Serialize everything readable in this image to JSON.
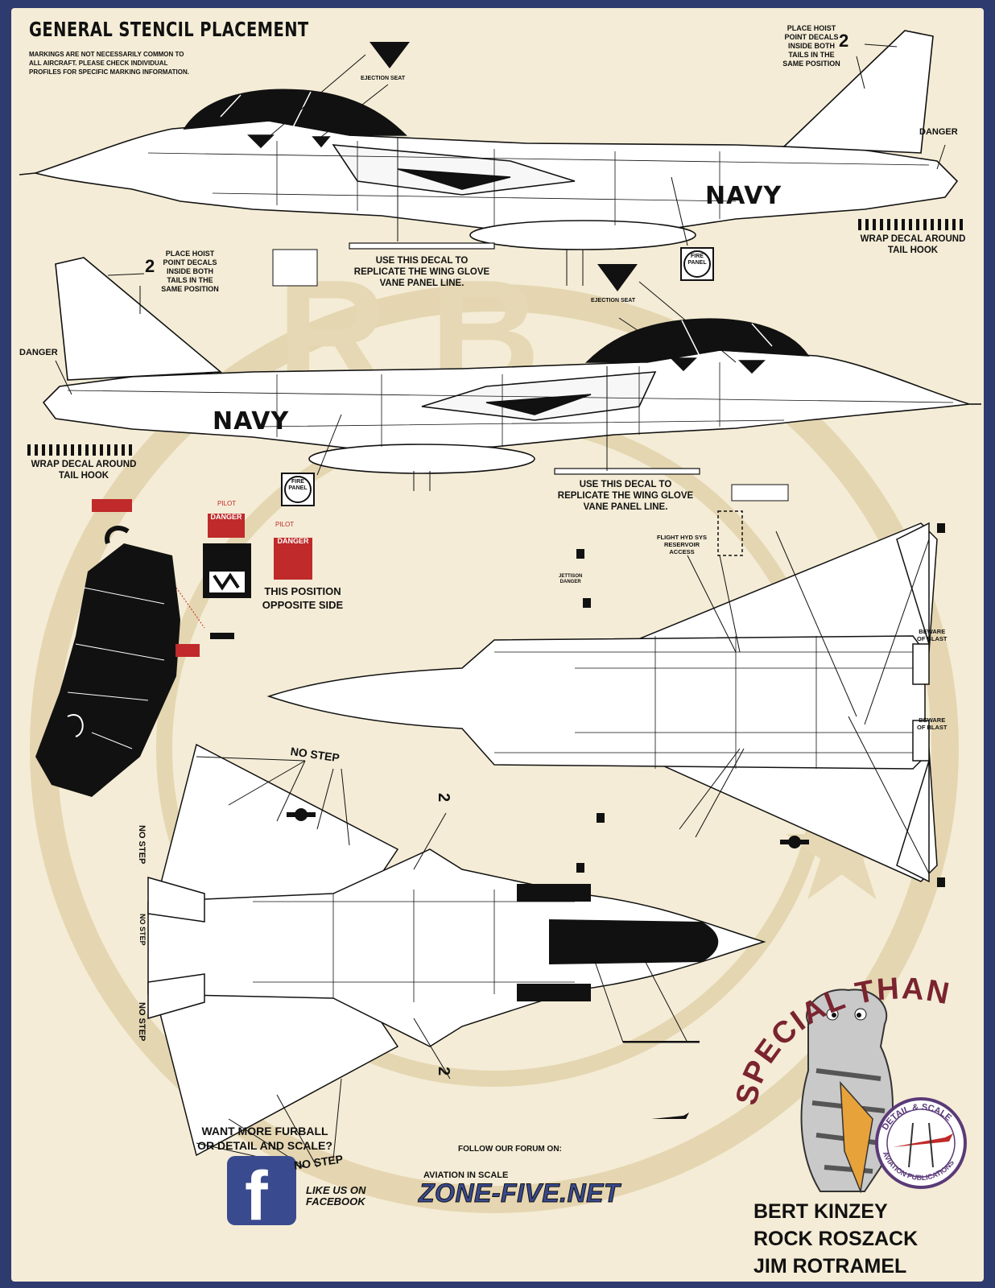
{
  "header": {
    "title": "GENERAL STENCIL PLACEMENT",
    "subtitle_lines": [
      "MARKINGS ARE NOT NECESSARILY COMMON TO",
      "ALL AIRCRAFT.  PLEASE CHECK INDIVIDUAL",
      "PROFILES FOR SPECIFIC MARKING INFORMATION."
    ]
  },
  "top_profile": {
    "hoist_note": [
      "PLACE HOIST",
      "POINT DECALS",
      "INSIDE BOTH",
      "TAILS IN THE",
      "SAME POSITION"
    ],
    "hoist_number": "2",
    "ejection_seat": "EJECTION SEAT",
    "danger": "DANGER",
    "navy": "NAVY",
    "wrap_decal": [
      "WRAP DECAL AROUND",
      "TAIL HOOK"
    ],
    "wing_glove": [
      "USE THIS DECAL TO",
      "REPLICATE THE WING GLOVE",
      "VANE PANEL LINE."
    ],
    "fire_panel": [
      "FIRE",
      "PANEL"
    ]
  },
  "bottom_profile": {
    "hoist_note": [
      "PLACE HOIST",
      "POINT DECALS",
      "INSIDE BOTH",
      "TAILS IN THE",
      "SAME POSITION"
    ],
    "hoist_number": "2",
    "ejection_seat": "EJECTION SEAT",
    "danger": "DANGER",
    "navy": "NAVY",
    "wrap_decal": [
      "WRAP DECAL AROUND",
      "TAIL HOOK"
    ],
    "wing_glove": [
      "USE THIS DECAL TO",
      "REPLICATE THE WING GLOVE",
      "VANE PANEL LINE."
    ],
    "fire_panel": [
      "FIRE",
      "PANEL"
    ]
  },
  "seat": {
    "pilot_1": "PILOT",
    "pilot_2": "PILOT",
    "danger_1": "DANGER",
    "danger_2": "DANGER",
    "opposite": [
      "THIS POSITION",
      "OPPOSITE SIDE"
    ]
  },
  "underside": {
    "flight_hyd": [
      "FLIGHT HYD SYS",
      "RESERVOIR",
      "ACCESS"
    ],
    "beware_blast_1": [
      "BEWARE",
      "OF BLAST"
    ],
    "beware_blast_2": [
      "BEWARE",
      "OF BLAST"
    ],
    "jettison": [
      "JETTISON",
      "DANGER"
    ]
  },
  "topview": {
    "no_step": "NO STEP",
    "hoist_number": "2"
  },
  "footer": {
    "furball": [
      "WANT MORE FURBALL",
      "OR DETAIL AND SCALE?"
    ],
    "facebook": [
      "LIKE US ON",
      "FACEBOOK"
    ],
    "forum": "FOLLOW OUR FORUM ON:",
    "ais": "AVIATION IN SCALE",
    "zone": "ZONE-FIVE.NET",
    "special_thanks": "SPECIAL THANKS",
    "ds_badge": [
      "DETAIL & SCALE",
      "AVIATION PUBLICATIONS"
    ],
    "credits": [
      "BERT KINZEY",
      "ROCK ROSZACK",
      "JIM ROTRAMEL"
    ]
  },
  "colors": {
    "border": "#2e3b6f",
    "paper": "#f4ecd6",
    "watermark": "#e2d2aa",
    "maroon": "#7a2430",
    "red": "#c02a2a",
    "fb_blue": "#3a4a8f"
  }
}
